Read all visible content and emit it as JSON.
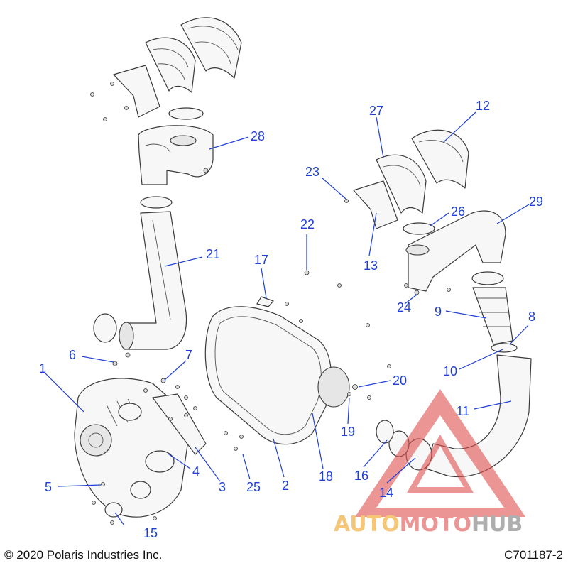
{
  "callouts": [
    {
      "label": "1"
    },
    {
      "label": "2"
    },
    {
      "label": "3"
    },
    {
      "label": "4"
    },
    {
      "label": "5"
    },
    {
      "label": "6"
    },
    {
      "label": "7"
    },
    {
      "label": "8"
    },
    {
      "label": "9"
    },
    {
      "label": "10"
    },
    {
      "label": "11"
    },
    {
      "label": "12"
    },
    {
      "label": "13"
    },
    {
      "label": "14"
    },
    {
      "label": "15"
    },
    {
      "label": "16"
    },
    {
      "label": "17"
    },
    {
      "label": "18"
    },
    {
      "label": "19"
    },
    {
      "label": "20"
    },
    {
      "label": "21"
    },
    {
      "label": "22"
    },
    {
      "label": "23"
    },
    {
      "label": "24"
    },
    {
      "label": "25"
    },
    {
      "label": "26"
    },
    {
      "label": "27"
    },
    {
      "label": "28"
    },
    {
      "label": "29"
    }
  ],
  "footer": {
    "copyright": "© 2020 Polaris Industries Inc.",
    "diagram_id": "C701187-2"
  },
  "watermark": {
    "part1": "AUTO",
    "part2": "MOTO",
    "part3": "HUB"
  },
  "colors": {
    "callout": "#1f3fd6",
    "watermark_red": "#e05050",
    "watermark_orange": "#f0a020",
    "watermark_gray": "#7a7a7a"
  }
}
